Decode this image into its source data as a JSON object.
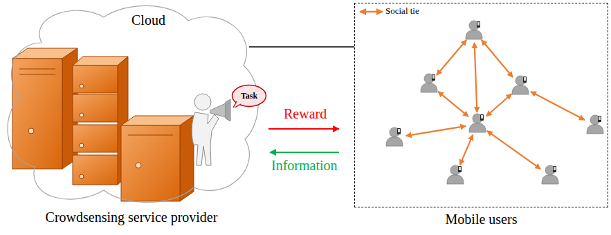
{
  "diagram": {
    "nodes": [
      {
        "text": [
          "Cloud",
          "Crowdsensing service provider"
        ]
      },
      {
        "text": [
          "Mobile users"
        ]
      },
      {
        "text": [
          "Task"
        ]
      }
    ],
    "edges": [
      {
        "from": 0,
        "to": 1,
        "arrow": "none"
      }
    ],
    "labels": [
      "Reward",
      "Information"
    ],
    "legend": [
      {
        "text": "Social tie"
      }
    ]
  }
}
